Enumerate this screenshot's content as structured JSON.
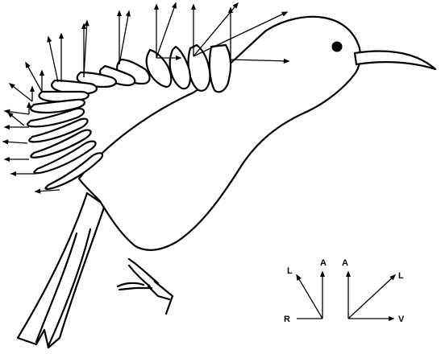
{
  "diagram": {
    "legend": {
      "left_frame": {
        "up": "A",
        "diagonal": "L",
        "horizontal": "R"
      },
      "right_frame": {
        "up": "A",
        "diagonal": "L",
        "horizontal": "V"
      }
    }
  }
}
